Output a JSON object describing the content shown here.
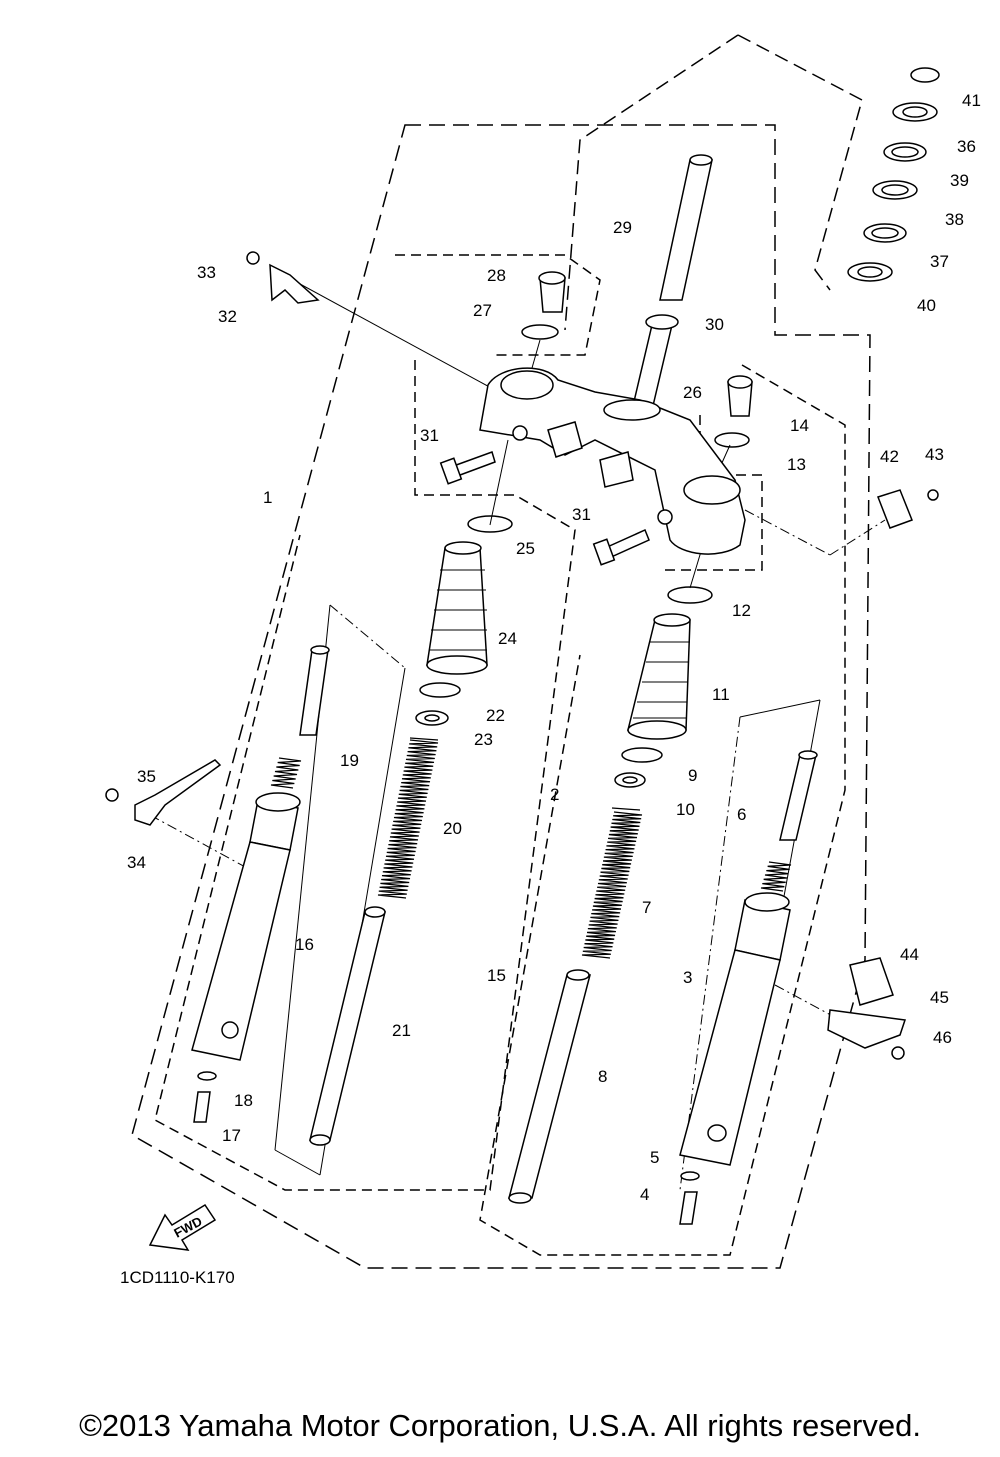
{
  "diagram": {
    "drawing_code": "1CD1110-K170",
    "fwd_label": "FWD",
    "copyright": "©2013 Yamaha Motor Corporation, U.S.A. All rights reserved.",
    "callouts": [
      {
        "id": "1",
        "label": "1"
      },
      {
        "id": "2",
        "label": "2"
      },
      {
        "id": "3",
        "label": "3"
      },
      {
        "id": "4",
        "label": "4"
      },
      {
        "id": "5",
        "label": "5"
      },
      {
        "id": "6",
        "label": "6"
      },
      {
        "id": "7",
        "label": "7"
      },
      {
        "id": "8",
        "label": "8"
      },
      {
        "id": "9",
        "label": "9"
      },
      {
        "id": "10",
        "label": "10"
      },
      {
        "id": "11",
        "label": "11"
      },
      {
        "id": "12",
        "label": "12"
      },
      {
        "id": "13",
        "label": "13"
      },
      {
        "id": "14",
        "label": "14"
      },
      {
        "id": "15",
        "label": "15"
      },
      {
        "id": "16",
        "label": "16"
      },
      {
        "id": "17",
        "label": "17"
      },
      {
        "id": "18",
        "label": "18"
      },
      {
        "id": "19",
        "label": "19"
      },
      {
        "id": "20",
        "label": "20"
      },
      {
        "id": "21",
        "label": "21"
      },
      {
        "id": "22",
        "label": "22"
      },
      {
        "id": "23",
        "label": "23"
      },
      {
        "id": "24",
        "label": "24"
      },
      {
        "id": "25",
        "label": "25"
      },
      {
        "id": "26",
        "label": "26"
      },
      {
        "id": "27",
        "label": "27"
      },
      {
        "id": "28",
        "label": "28"
      },
      {
        "id": "29",
        "label": "29"
      },
      {
        "id": "30",
        "label": "30"
      },
      {
        "id": "31a",
        "label": "31"
      },
      {
        "id": "31b",
        "label": "31"
      },
      {
        "id": "32",
        "label": "32"
      },
      {
        "id": "33",
        "label": "33"
      },
      {
        "id": "34",
        "label": "34"
      },
      {
        "id": "35",
        "label": "35"
      },
      {
        "id": "36",
        "label": "36"
      },
      {
        "id": "37",
        "label": "37"
      },
      {
        "id": "38",
        "label": "38"
      },
      {
        "id": "39",
        "label": "39"
      },
      {
        "id": "40",
        "label": "40"
      },
      {
        "id": "41",
        "label": "41"
      },
      {
        "id": "42",
        "label": "42"
      },
      {
        "id": "43",
        "label": "43"
      },
      {
        "id": "44",
        "label": "44"
      },
      {
        "id": "45",
        "label": "45"
      },
      {
        "id": "46",
        "label": "46"
      }
    ]
  }
}
